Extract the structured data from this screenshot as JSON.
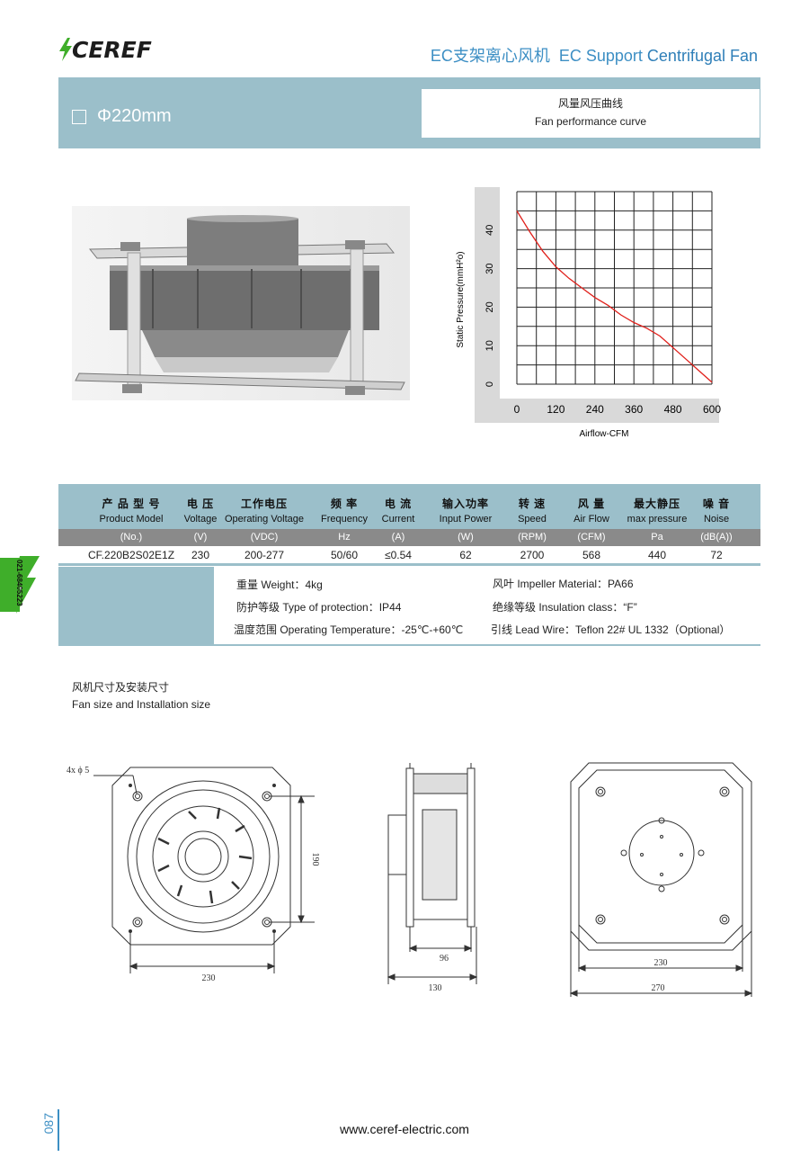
{
  "brand": {
    "name": "CEREF"
  },
  "header": {
    "title_cn": "EC支架离心风机",
    "title_en_light": "EC Support",
    "title_en_bold": "Centrifugal Fan"
  },
  "banner": {
    "model_size": "Φ220mm",
    "curve_title_cn": "风量风压曲线",
    "curve_title_en": "Fan performance curve"
  },
  "chart_data": {
    "type": "line",
    "xlabel": "Airflow-CFM",
    "ylabel": "Static Pressure(mmH²o)",
    "x_ticks": [
      0,
      120,
      240,
      360,
      480,
      600
    ],
    "y_ticks": [
      0,
      10,
      20,
      30,
      40
    ],
    "xlim": [
      0,
      600
    ],
    "ylim": [
      0,
      50
    ],
    "grid": true,
    "series": [
      {
        "color": "#e0201b",
        "x": [
          0,
          40,
          80,
          120,
          160,
          200,
          240,
          280,
          320,
          360,
          400,
          440,
          480,
          520,
          560,
          600
        ],
        "y": [
          45,
          39.5,
          34.5,
          30.5,
          27.5,
          25,
          22.5,
          20.5,
          18,
          16,
          14.5,
          12.5,
          9.5,
          6.5,
          3.5,
          0.5
        ]
      }
    ]
  },
  "specs": {
    "headers": [
      {
        "cn": "产 品 型 号",
        "en": "Product Model",
        "unit": "(No.)"
      },
      {
        "cn": "电 压",
        "en": "Voltage",
        "unit": "(V)"
      },
      {
        "cn": "工作电压",
        "en": "Operating Voltage",
        "unit": "(VDC)"
      },
      {
        "cn": "频 率",
        "en": "Frequency",
        "unit": "Hz"
      },
      {
        "cn": "电 流",
        "en": "Current",
        "unit": "(A)"
      },
      {
        "cn": "输入功率",
        "en": "Input Power",
        "unit": "(W)"
      },
      {
        "cn": "转 速",
        "en": "Speed",
        "unit": "(RPM)"
      },
      {
        "cn": "风 量",
        "en": "Air Flow",
        "unit": "(CFM)"
      },
      {
        "cn": "最大静压",
        "en": "max pressure",
        "unit": "Pa"
      },
      {
        "cn": "噪 音",
        "en": "Noise",
        "unit": "(dB(A))"
      }
    ],
    "row": [
      "CF.220B2S02E1Z",
      "230",
      "200-277",
      "50/60",
      "≤0.54",
      "62",
      "2700",
      "568",
      "440",
      "72"
    ]
  },
  "attributes": {
    "weight": "重量 Weight：4kg",
    "protection": "防护等级 Type of protection：IP44",
    "temperature": "温度范围 Operating Temperature：-25℃-+60℃",
    "impeller": "风叶 Impeller Material：PA66",
    "insulation": "绝缘等级 Insulation class：“F”",
    "lead_wire": "引线 Lead Wire：Teflon 22# UL  1332（Optional）"
  },
  "side_tab": {
    "phone": "021-68405223"
  },
  "dimensions": {
    "title_cn": "风机尺寸及安装尺寸",
    "title_en": "Fan size and Installation size",
    "hole_label": "4x ϕ 5",
    "front_height": "190",
    "front_width": "230",
    "side_depth_inner": "96",
    "side_depth_outer": "130",
    "back_inner": "230",
    "back_outer": "270"
  },
  "footer": {
    "url": "www.ceref-electric.com",
    "page": "087"
  },
  "colors": {
    "accent": "#9bbfca",
    "brand_green": "#3fae2a",
    "title_blue": "#3d8fc4",
    "curve_red": "#e0201b"
  }
}
